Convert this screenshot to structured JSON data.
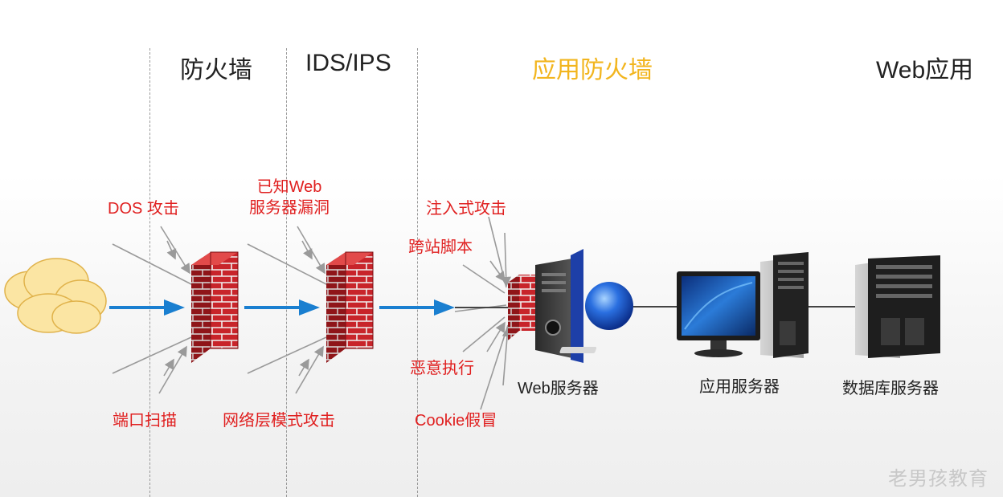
{
  "headers": {
    "firewall": "防火墙",
    "ids_ips": "IDS/IPS",
    "waf": "应用防火墙",
    "web_app": "Web应用"
  },
  "threats": {
    "dos": "DOS 攻击",
    "port_scan": "端口扫描",
    "known_web_vuln_line1": "已知Web",
    "known_web_vuln_line2": "服务器漏洞",
    "network_pattern": "网络层模式攻击",
    "injection": "注入式攻击",
    "xss": "跨站脚本",
    "malicious_exec": "恶意执行",
    "cookie_spoof": "Cookie假冒"
  },
  "nodes": {
    "web_server": "Web服务器",
    "app_server": "应用服务器",
    "db_server": "数据库服务器"
  },
  "watermark": "老男孩教育",
  "colors": {
    "header_waf": "#f2b51e",
    "threat_text": "#e02020",
    "flow_arrow": "#1a7fd0",
    "brick": "#c8242a",
    "cloud": "#fbe5a3"
  }
}
